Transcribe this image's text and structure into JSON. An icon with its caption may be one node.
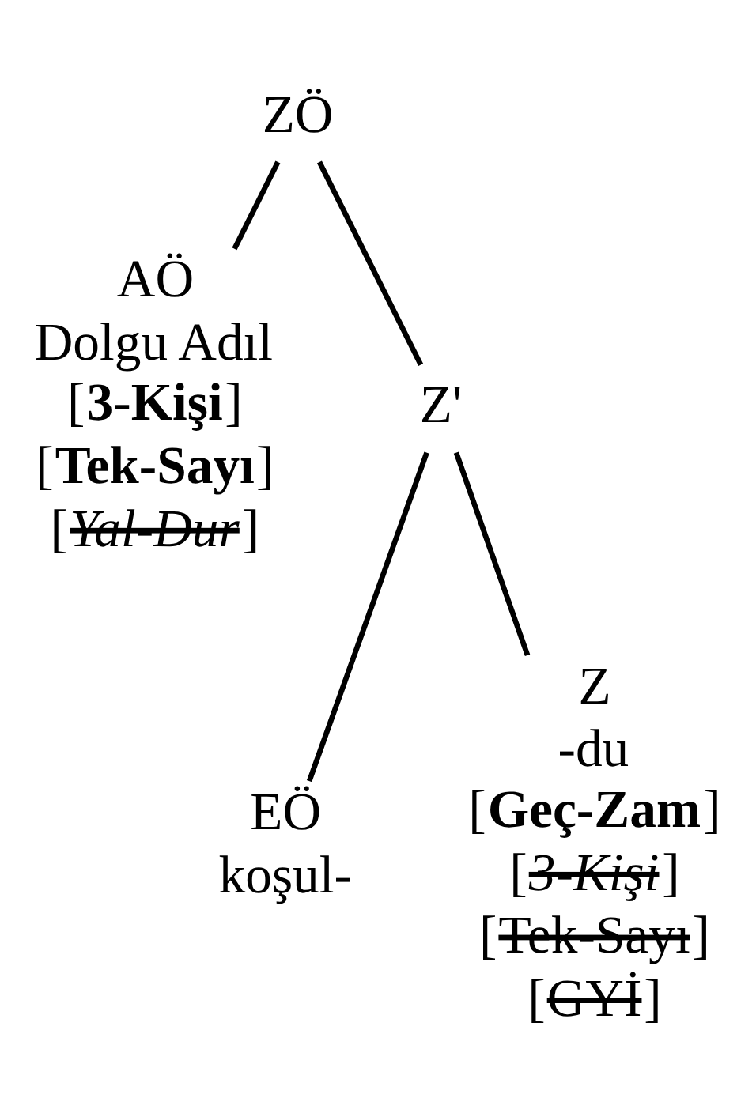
{
  "diagram": {
    "nodes": [
      {
        "text": [
          "ZÖ"
        ]
      },
      {
        "text": [
          "AÖ",
          "Dolgu Adıl",
          "[**3-Kişi**]",
          "[**Tek-Sayı**]",
          "[*Yal-Dur*]"
        ]
      },
      {
        "text": [
          "Z'"
        ]
      },
      {
        "text": [
          "EÖ",
          "koşul-"
        ]
      },
      {
        "text": [
          "Z",
          "-du",
          "[**Geç-Zam**]",
          "[*3-Kişi*]",
          "[Tek-Sayı]",
          "[GYİ]"
        ]
      }
    ],
    "edges": [
      {
        "from": 0,
        "to": 1,
        "arrow": "none"
      },
      {
        "from": 0,
        "to": 2,
        "arrow": "none"
      },
      {
        "from": 2,
        "to": 3,
        "arrow": "none"
      },
      {
        "from": 2,
        "to": 4,
        "arrow": "none"
      }
    ]
  }
}
